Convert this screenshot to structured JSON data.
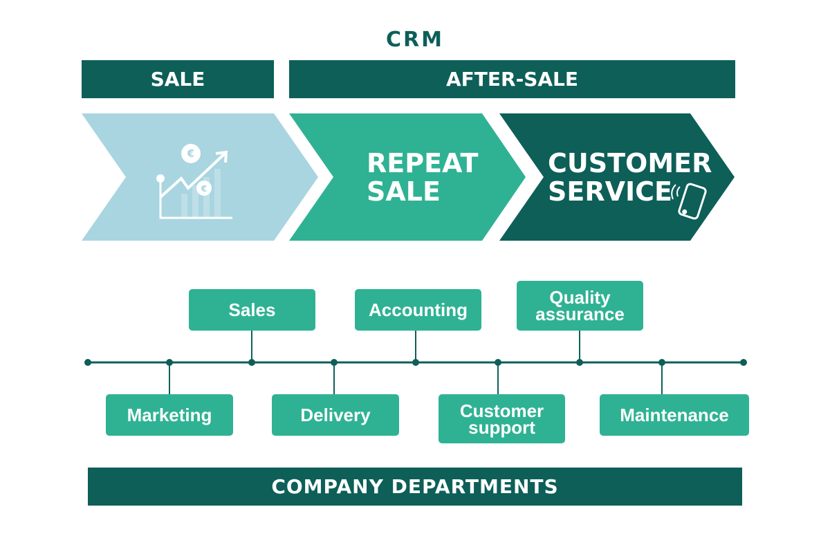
{
  "title": "CRM",
  "phases": {
    "sale": "SALE",
    "after_sale": "AFTER-SALE"
  },
  "stages": {
    "repeat_sale": "REPEAT SALE",
    "customer_service": "CUSTOMER SERVICE"
  },
  "departments": {
    "top": [
      "Sales",
      "Accounting",
      "Quality assurance"
    ],
    "bottom": [
      "Marketing",
      "Delivery",
      "Customer support",
      "Maintenance"
    ]
  },
  "footer": "COMPANY DEPARTMENTS",
  "icons": [
    "euro-growth-chart-icon",
    "smartphone-icon"
  ],
  "colors": {
    "dark_teal": "#0d5f58",
    "teal": "#2fb293",
    "light_blue": "#a8d5e0"
  }
}
